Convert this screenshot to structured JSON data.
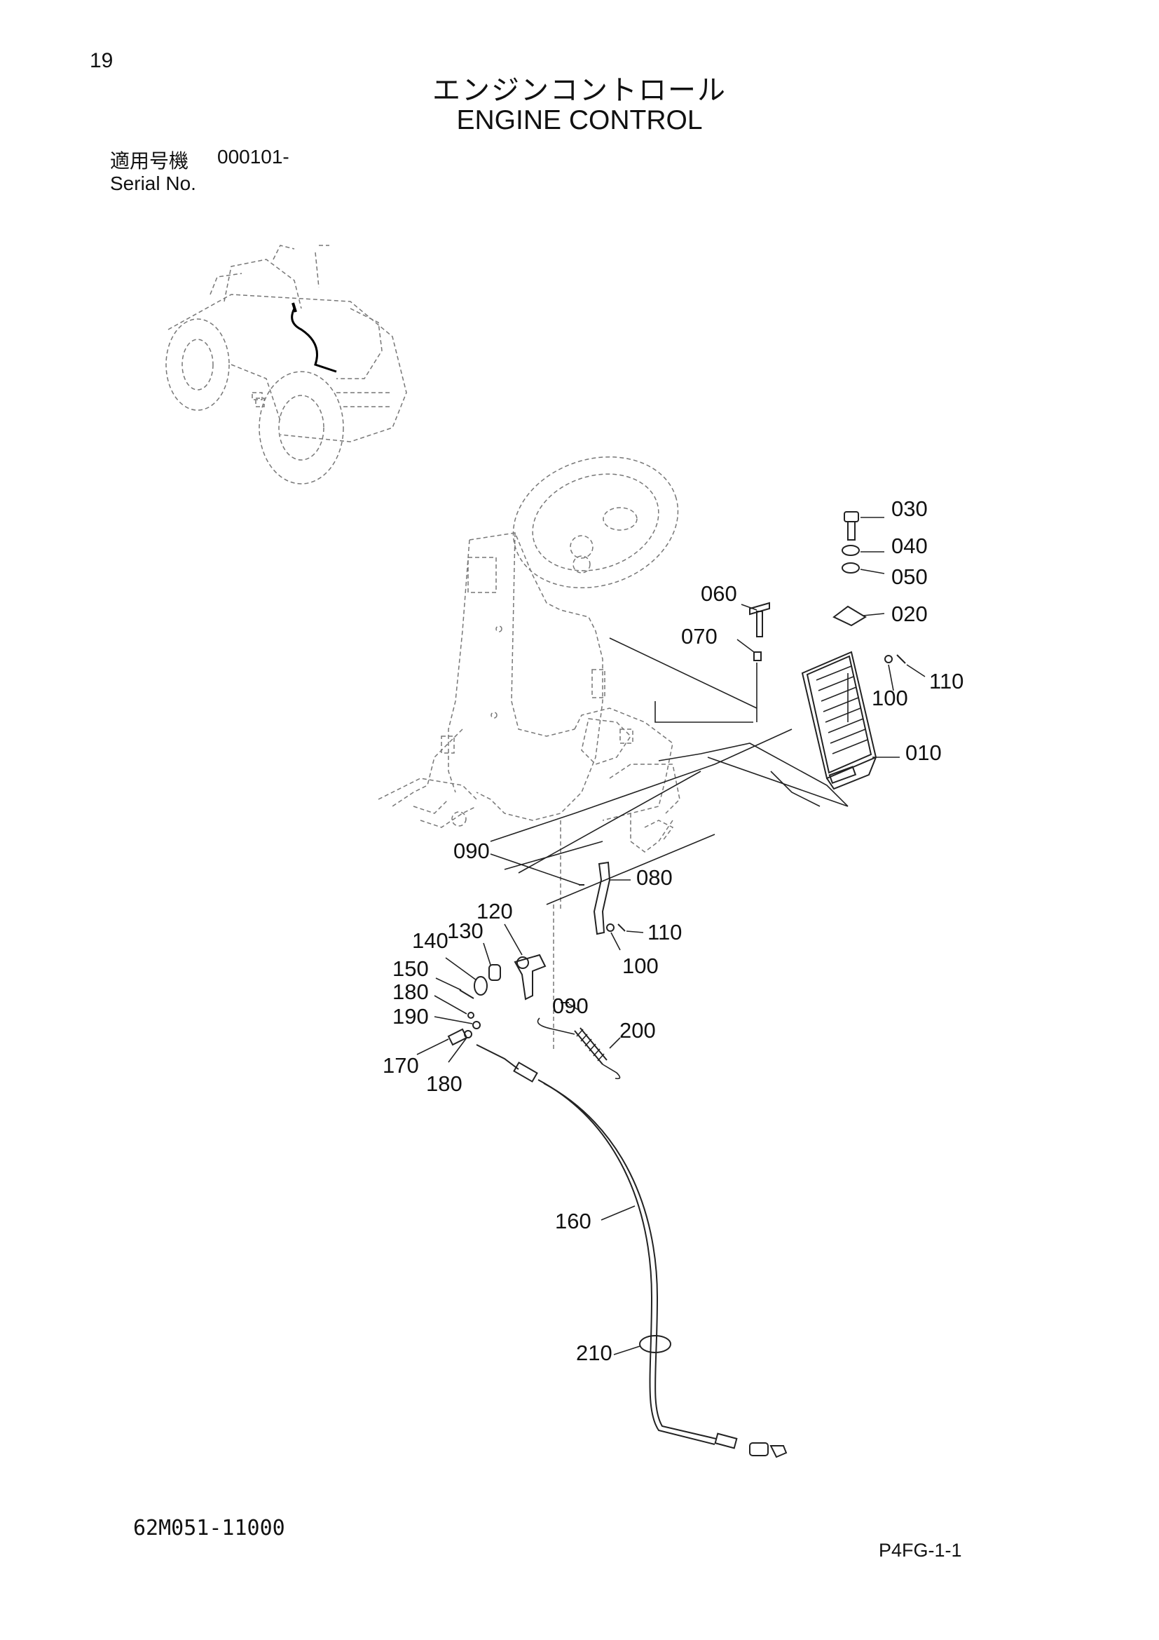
{
  "page": {
    "number": "19",
    "title_jp": "エンジンコントロール",
    "title_en": "ENGINE CONTROL",
    "serial_label_jp": "適用号機",
    "serial_value": "000101-",
    "serial_label_en": "Serial No.",
    "drawing_number": "62M051-11000",
    "page_code": "P4FG-1-1"
  },
  "callouts": [
    "030",
    "040",
    "050",
    "020",
    "060",
    "070",
    "110",
    "100",
    "010",
    "090",
    "080",
    "120",
    "130",
    "140",
    "110",
    "100",
    "150",
    "180",
    "190",
    "090",
    "200",
    "170",
    "180",
    "160",
    "210"
  ]
}
